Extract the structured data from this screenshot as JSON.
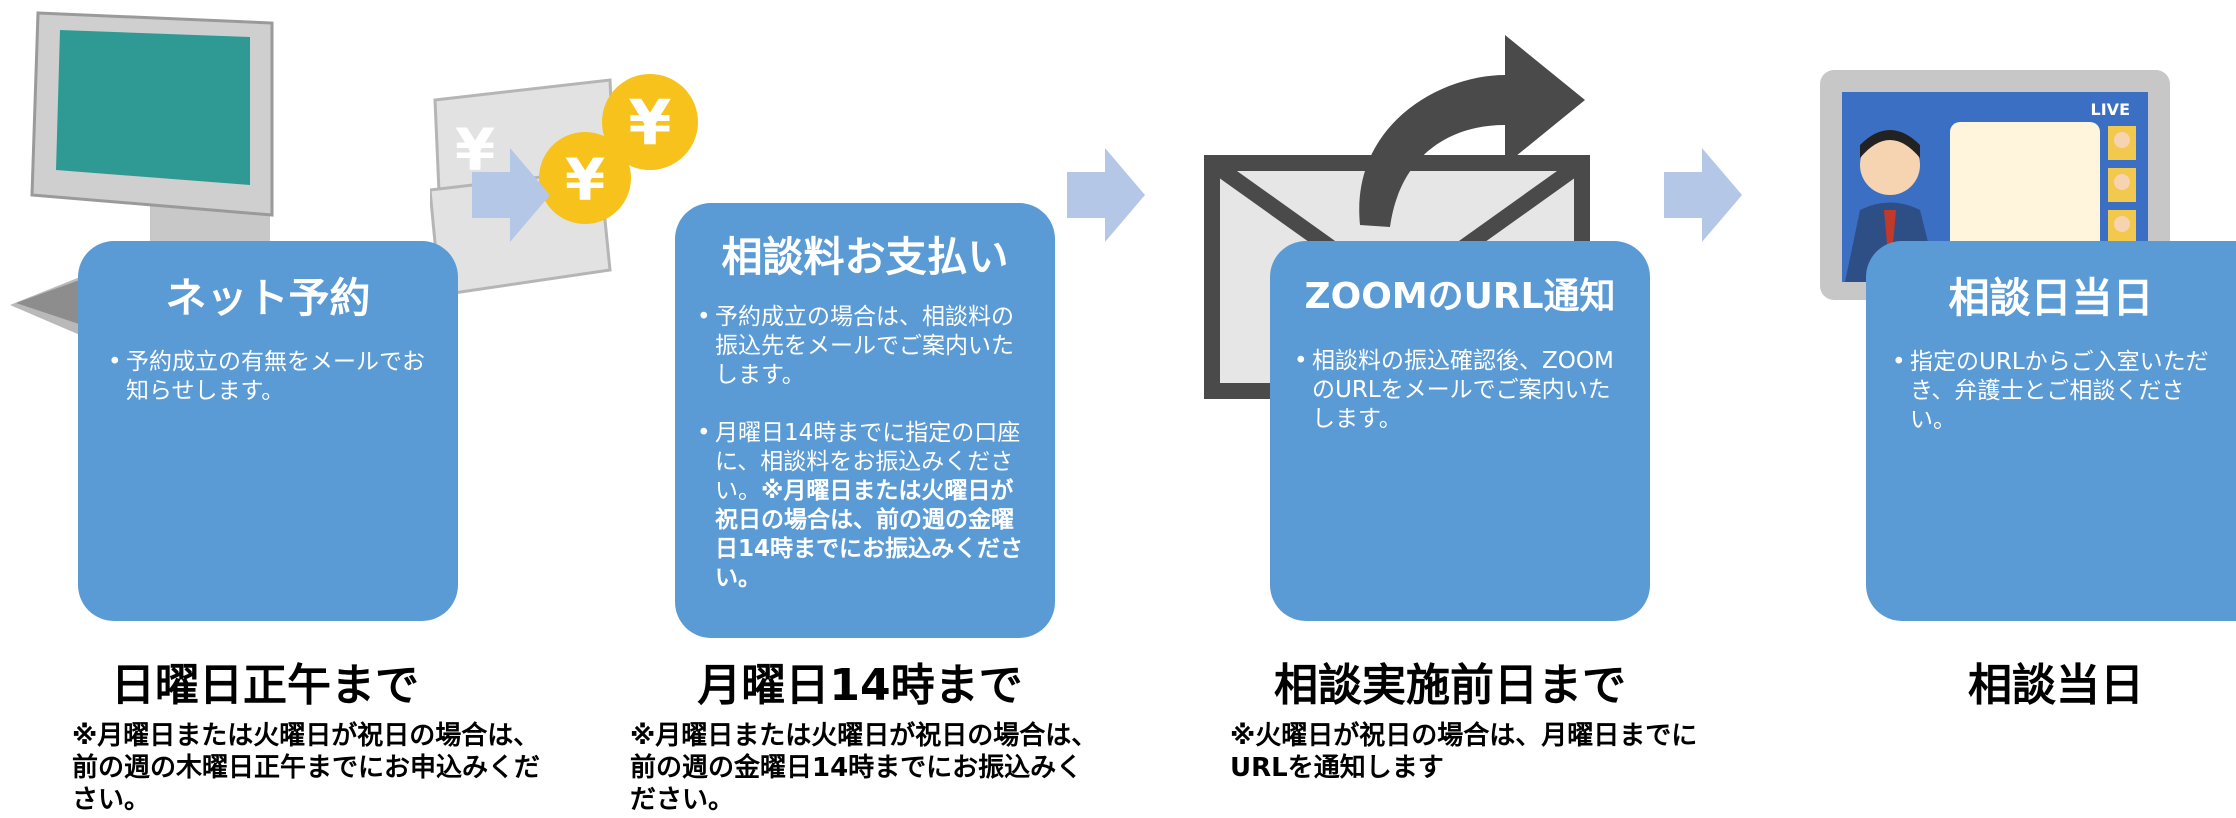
{
  "steps": [
    {
      "title": "ネット予約",
      "bullets": [
        {
          "text": "予約成立の有無をメールでお知らせします。",
          "strong": ""
        }
      ],
      "deadline": "日曜日正午まで",
      "note": "※月曜日または火曜日が祝日の場合は、前の週の木曜日正午までにお申込みください。",
      "illustration": "computer-icon"
    },
    {
      "title": "相談料お支払い",
      "bullets": [
        {
          "text": "予約成立の場合は、相談料の振込先をメールでご案内いたします。",
          "strong": ""
        },
        {
          "text": "月曜日14時までに指定の口座に、相談料をお振込みください。",
          "strong": "※月曜日または火曜日が祝日の場合は、前の週の金曜日14時までにお振込みください。"
        }
      ],
      "deadline": "月曜日14時まで",
      "note": "※月曜日または火曜日が祝日の場合は、前の週の金曜日14時までにお振込みください。",
      "illustration": "yen-money-icon",
      "coin_symbol": "¥"
    },
    {
      "title": "ZOOMのURL通知",
      "bullets": [
        {
          "text": "相談料の振込確認後、ZOOMのURLをメールでご案内いたします。",
          "strong": ""
        }
      ],
      "deadline": "相談実施前日まで",
      "note": "※火曜日が祝日の場合は、月曜日までにURLを通知します",
      "illustration": "envelope-send-icon"
    },
    {
      "title": "相談日当日",
      "bullets": [
        {
          "text": "指定のURLからご入室いただき、弁護士とご相談ください。",
          "strong": ""
        }
      ],
      "deadline": "相談当日",
      "note": "",
      "illustration": "video-call-icon",
      "live_label": "LIVE"
    }
  ],
  "colors": {
    "card": "#5b9bd5",
    "arrow": "#b4c7e7",
    "coin": "#f6c21b"
  }
}
